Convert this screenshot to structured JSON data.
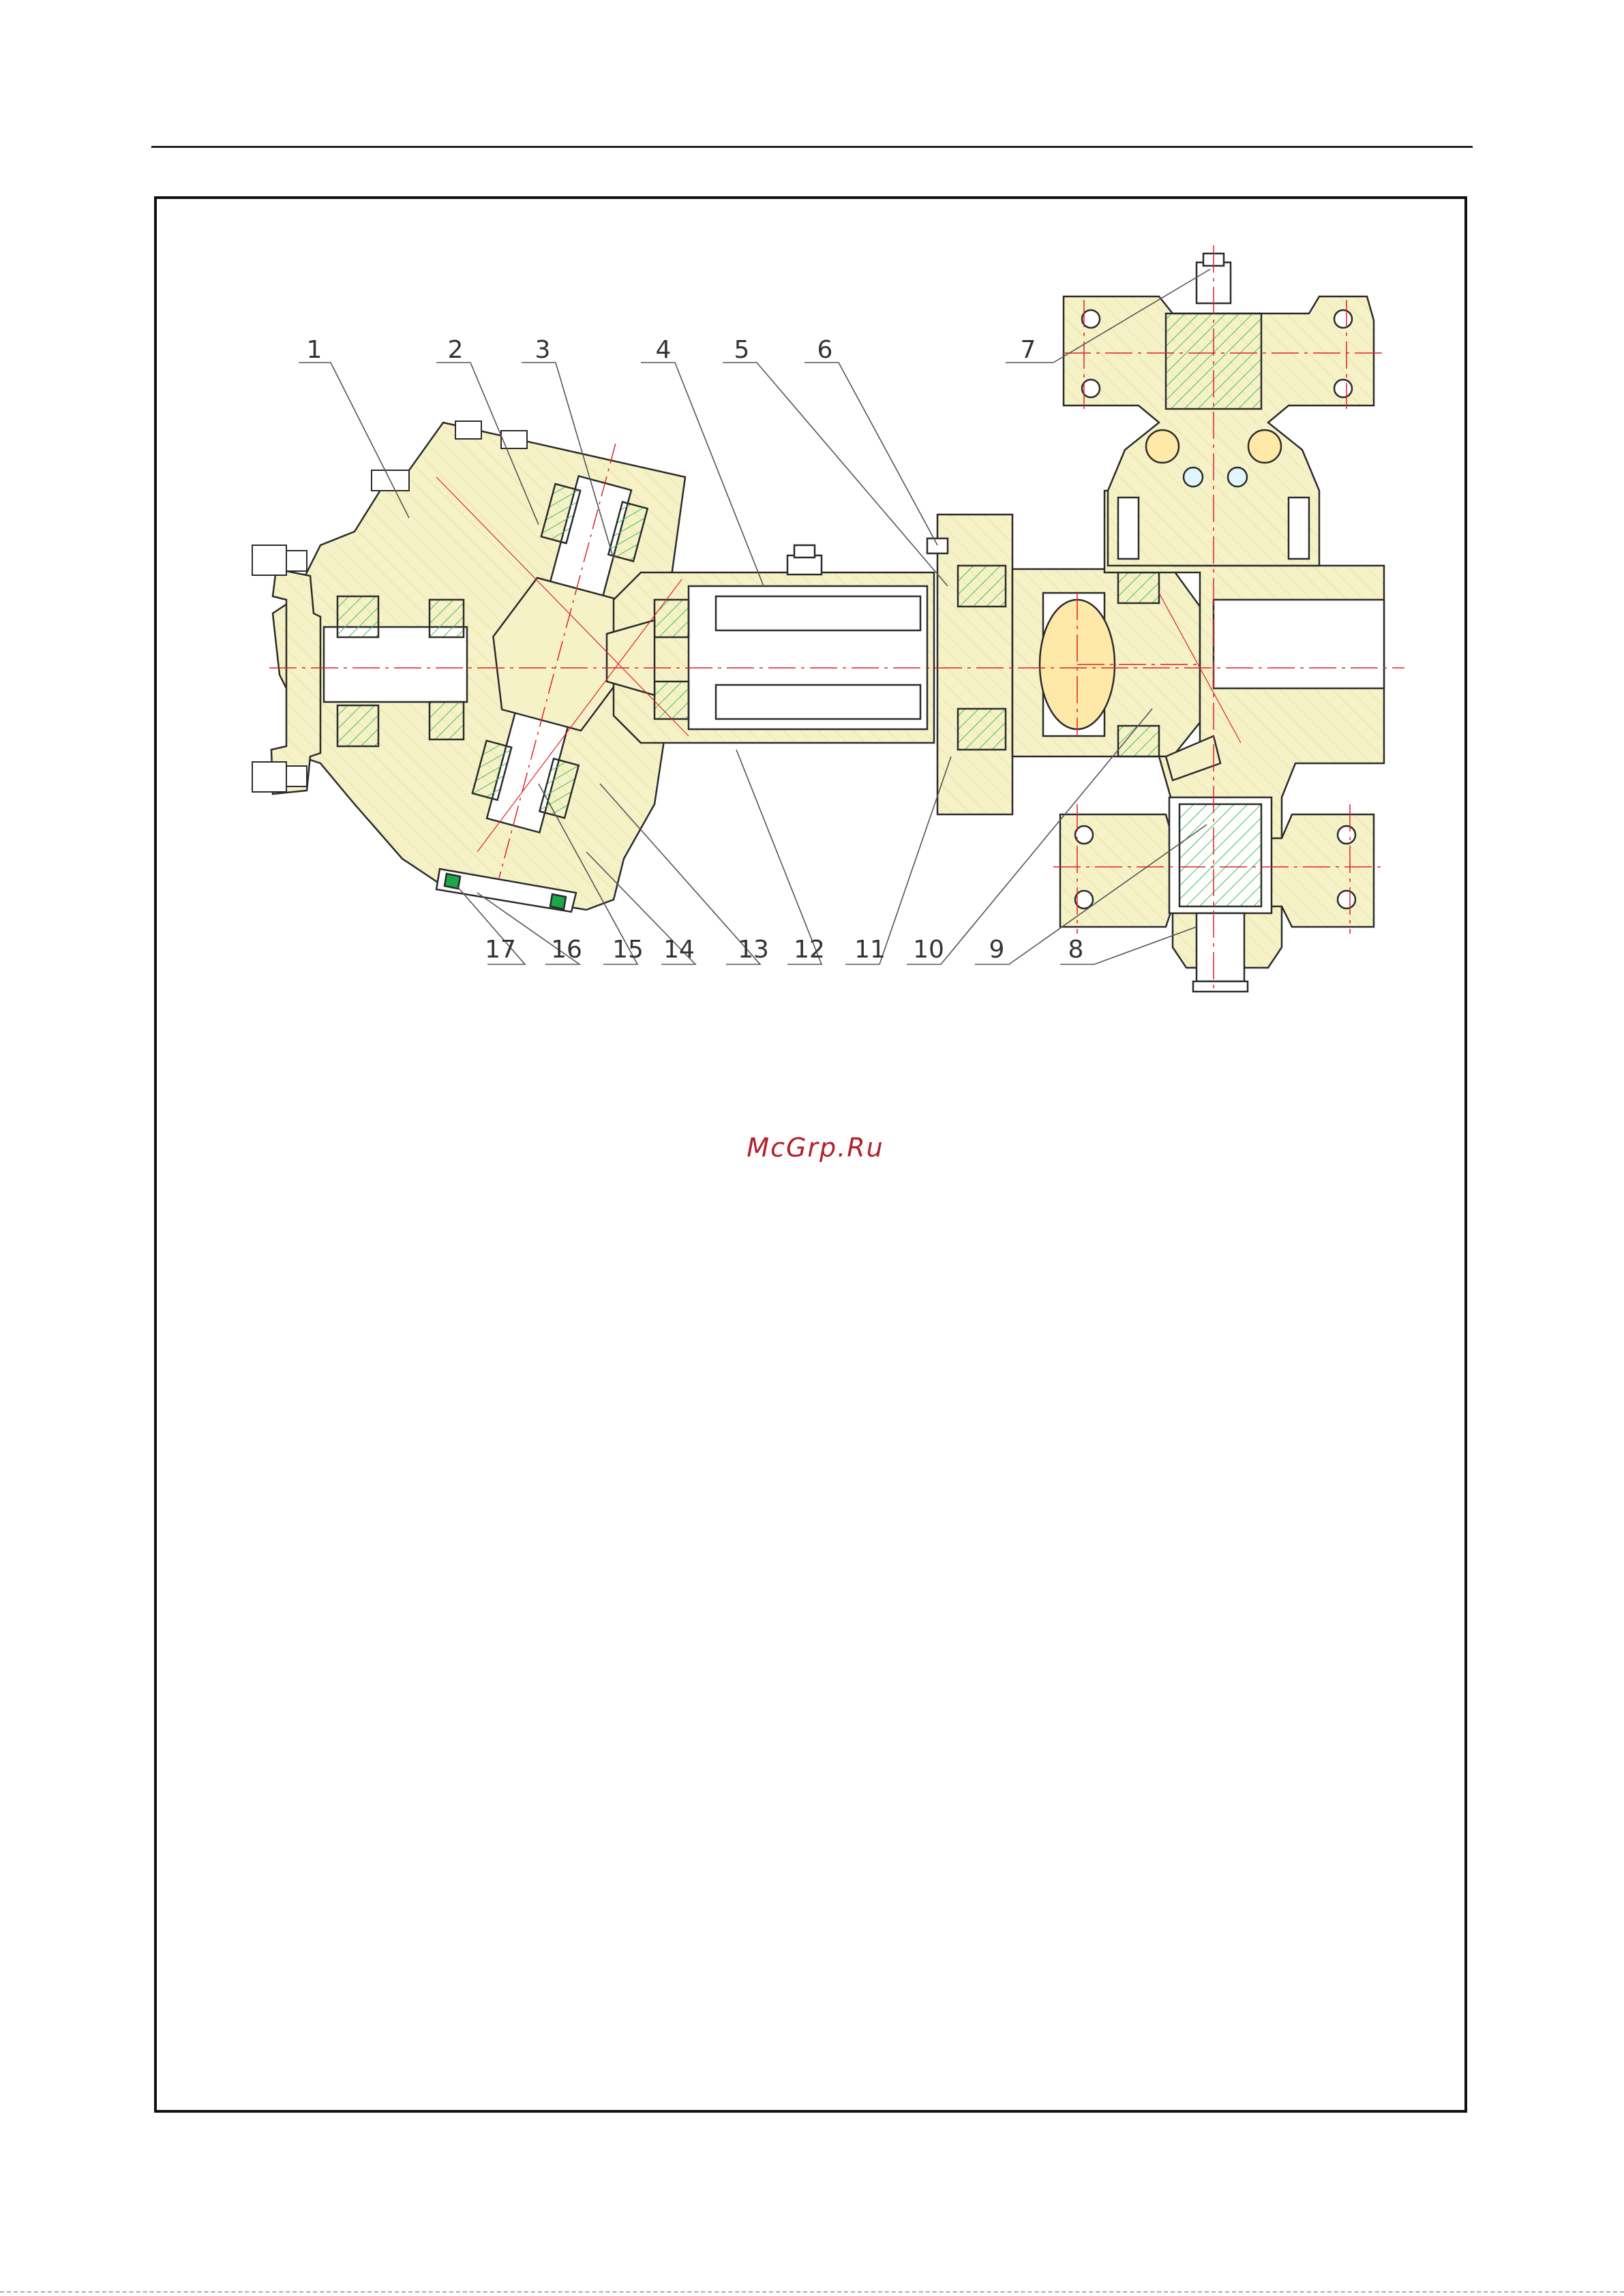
{
  "callouts": {
    "top": [
      "1",
      "2",
      "3",
      "4",
      "5",
      "6",
      "7"
    ],
    "bottom": [
      "17",
      "16",
      "15",
      "14",
      "13",
      "12",
      "11",
      "10",
      "9",
      "8"
    ]
  },
  "watermark": "McGrp.Ru",
  "colors": {
    "body_fill": "#f6f2c8",
    "hatch_green": "#3fbf5a",
    "centerline": "#e0202a",
    "outline": "#2b2b2b",
    "seal_green": "#1aa84a",
    "frame": "#111111"
  }
}
